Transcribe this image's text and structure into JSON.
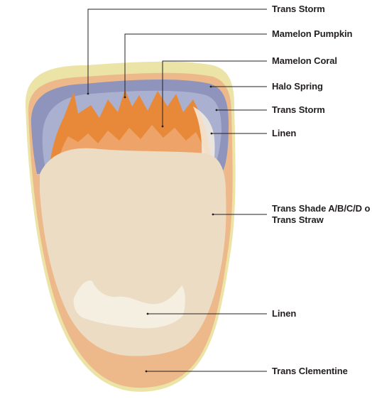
{
  "diagram": {
    "labels": [
      {
        "id": "trans-storm-top",
        "lines": [
          "Trans Storm"
        ]
      },
      {
        "id": "mamelon-pumpkin",
        "lines": [
          "Mamelon Pumpkin"
        ]
      },
      {
        "id": "mamelon-coral",
        "lines": [
          "Mamelon Coral"
        ]
      },
      {
        "id": "halo-spring",
        "lines": [
          "Halo Spring"
        ]
      },
      {
        "id": "trans-storm-side",
        "lines": [
          "Trans Storm"
        ]
      },
      {
        "id": "linen-top",
        "lines": [
          "Linen"
        ]
      },
      {
        "id": "trans-shade",
        "lines": [
          "Trans Shade A/B/C/D o",
          "Trans Straw"
        ]
      },
      {
        "id": "linen-lower",
        "lines": [
          "Linen"
        ]
      },
      {
        "id": "trans-clementine",
        "lines": [
          "Trans Clementine"
        ]
      }
    ],
    "colors": {
      "trans_storm": "#8e94bb",
      "mamelon_pumpkin": "#e8893a",
      "mamelon_coral": "#eea468",
      "halo_spring": "#ece3a6",
      "linen": "#f4efe0",
      "trans_shade": "#ecdcc4",
      "trans_clementine": "#edb98a",
      "leader_line": "#231f20"
    }
  }
}
